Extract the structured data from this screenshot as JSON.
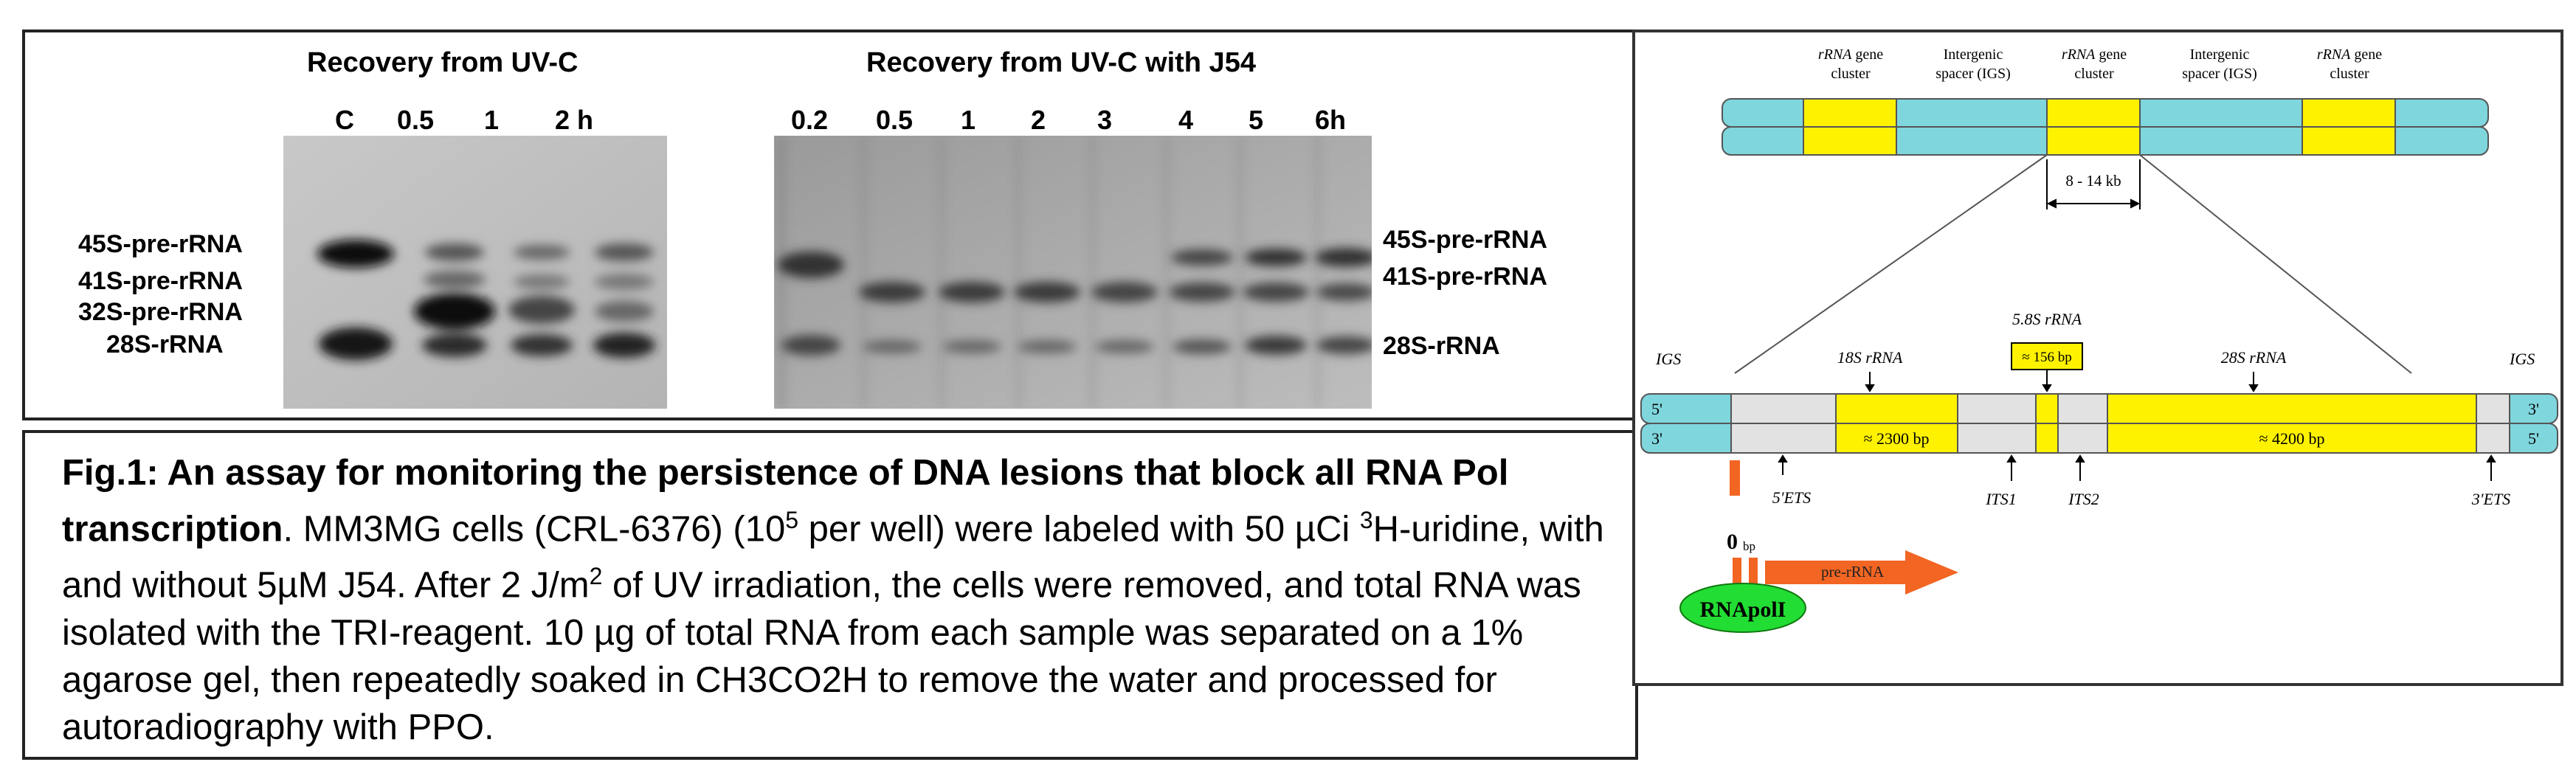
{
  "gel_left": {
    "title": "Recovery from UV-C",
    "lanes": [
      "C",
      "0.5",
      "1",
      "2 h"
    ],
    "bands": [
      "45S-pre-rRNA",
      "41S-pre-rRNA",
      "32S-pre-rRNA",
      "28S-rRNA"
    ]
  },
  "gel_right": {
    "title": "Recovery from UV-C with J54",
    "lanes": [
      "0.2",
      "0.5",
      "1",
      "2",
      "3",
      "4",
      "5",
      "6h"
    ],
    "bands": [
      "45S-pre-rRNA",
      "41S-pre-rRNA",
      "28S-rRNA"
    ]
  },
  "caption": {
    "bold": "Fig.1: An assay for monitoring the persistence of DNA lesions that block all RNA Pol transcription",
    "p1": ". MM3MG cells (CRL-6376) (10",
    "sup1": "5",
    "p2": " per well) were labeled with 50 µCi ",
    "sup2": "3",
    "p3": "H-uridine, with and without 5µM J54. After 2 J/m",
    "sup3": "2",
    "p4": " of UV irradiation, the cells were removed, and total RNA was isolated with the TRI-reagent. 10 µg of total RNA from each sample was separated on a 1% agarose gel, then repeatedly soaked in CH3CO2H to remove the water and processed for autoradiography with PPO."
  },
  "diagram": {
    "top_labels": [
      {
        "l1": "rRNA",
        "l2": " gene",
        "l3": "cluster"
      },
      {
        "l1": "Intergenic",
        "l2": "",
        "l3": "spacer (IGS)"
      },
      {
        "l1": "rRNA",
        "l2": " gene",
        "l3": "cluster"
      },
      {
        "l1": "Intergenic",
        "l2": "",
        "l3": "spacer (IGS)"
      },
      {
        "l1": "rRNA",
        "l2": " gene",
        "l3": "cluster"
      }
    ],
    "span_label": "8 - 14 kb",
    "igs_left": "IGS",
    "igs_right": "IGS",
    "s18": "18S rRNA",
    "s58": "5.8S rRNA",
    "s58_bp": "≈ 156 bp",
    "s28": "28S rRNA",
    "five_prime": "5'",
    "three_prime": "3'",
    "bp_18s": "≈ 2300 bp",
    "bp_28s": "≈ 4200 bp",
    "ets5": "5'ETS",
    "its1": "ITS1",
    "its2": "ITS2",
    "ets3": "3'ETS",
    "zero": "0",
    "bp": "bp",
    "pre_rrna": "pre-rRNA",
    "polymerase": "RNApolI",
    "colors": {
      "cyan": "#7fd6dd",
      "yellow": "#fff200",
      "grey": "#e2e2e2",
      "orange": "#f26522",
      "green": "#22dd33"
    }
  }
}
